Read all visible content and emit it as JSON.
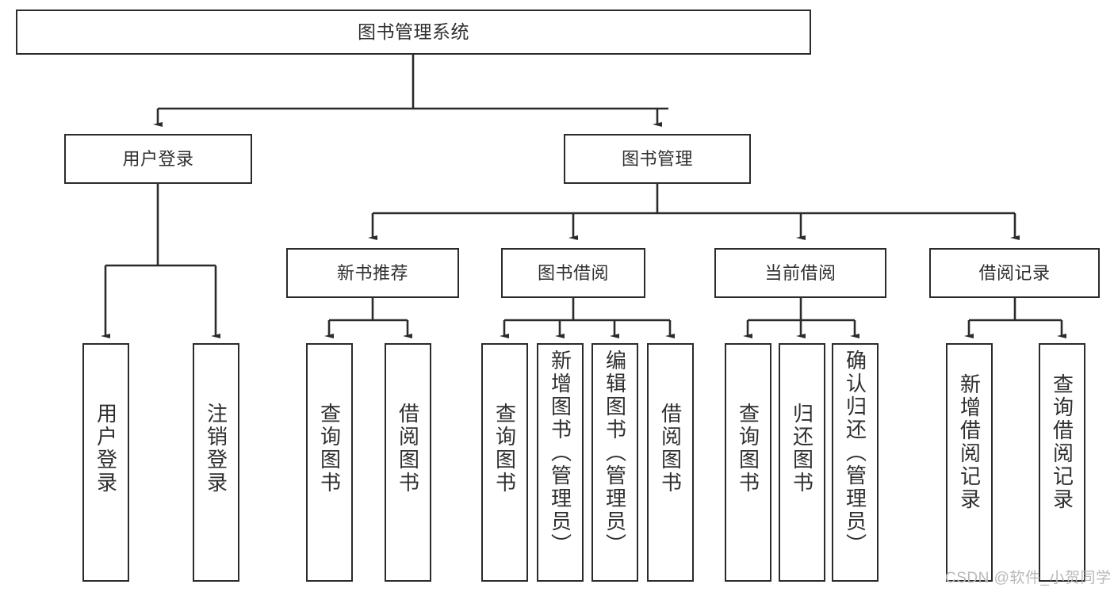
{
  "diagram": {
    "title_node": {
      "label": "图书管理系统"
    },
    "level2": [
      {
        "id": "user-login",
        "label": "用户登录"
      },
      {
        "id": "book-management",
        "label": "图书管理"
      }
    ],
    "level3": [
      {
        "id": "new-book-recommend",
        "label": "新书推荐"
      },
      {
        "id": "book-borrow",
        "label": "图书借阅"
      },
      {
        "id": "current-borrow",
        "label": "当前借阅"
      },
      {
        "id": "borrow-record",
        "label": "借阅记录"
      }
    ],
    "leaves": {
      "user_login": [
        {
          "id": "leaf-user-login",
          "label": "用户登录"
        },
        {
          "id": "leaf-logout-login",
          "label": "注销登录"
        }
      ],
      "new_book_recommend": [
        {
          "id": "leaf-query-book-1",
          "label": "查询图书"
        },
        {
          "id": "leaf-borrow-book-1",
          "label": "借阅图书"
        }
      ],
      "book_borrow": [
        {
          "id": "leaf-query-book-2",
          "label": "查询图书"
        },
        {
          "id": "leaf-add-book-admin",
          "label": "新增图书（管理员）"
        },
        {
          "id": "leaf-edit-book-admin",
          "label": "编辑图书（管理员）"
        },
        {
          "id": "leaf-borrow-book-2",
          "label": "借阅图书"
        }
      ],
      "current_borrow": [
        {
          "id": "leaf-query-book-3",
          "label": "查询图书"
        },
        {
          "id": "leaf-return-book",
          "label": "归还图书"
        },
        {
          "id": "leaf-confirm-return-admin",
          "label": "确认归还（管理员）"
        }
      ],
      "borrow_record": [
        {
          "id": "leaf-add-borrow-record",
          "label": "新增借阅记录"
        },
        {
          "id": "leaf-query-borrow-record",
          "label": "查询借阅记录"
        }
      ]
    }
  },
  "watermark": {
    "text": "CSDN @软件_小贺同学"
  },
  "colors": {
    "stroke": "#2b2b2b",
    "text": "#2f2f2f",
    "background": "#ffffff",
    "watermark": "#b9b9b9"
  }
}
